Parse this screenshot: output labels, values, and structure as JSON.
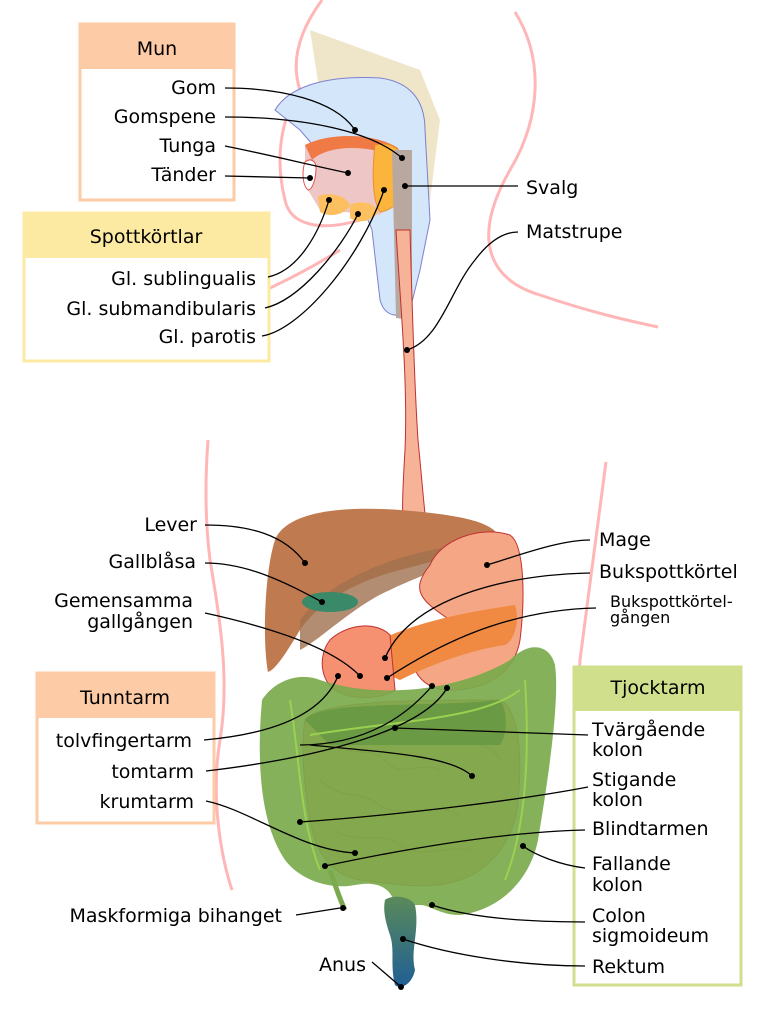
{
  "diagram": {
    "title": "Matsmältningssystemet",
    "colors": {
      "mun_header": "#fdcba6",
      "mun_border": "#fdcba6",
      "spott_header": "#fdeaa2",
      "spott_border": "#fdeaa2",
      "tunntarm_header": "#fdcba6",
      "tjocktarm_header": "#cfdf8c",
      "liver": "#c07a50",
      "stomach": "#f5a785",
      "small_intestine": "#f58c64",
      "colon": "#7aaa4c",
      "rectum": "#1f5f8f",
      "gallbladder": "#3a8a6a",
      "esophagus": "#f7b398",
      "body_outline": "#ffb6b6"
    },
    "boxes": {
      "mun": {
        "title": "Mun",
        "items": [
          "Gom",
          "Gomspene",
          "Tunga",
          "Tänder"
        ]
      },
      "spottkortlar": {
        "title": "Spottkörtlar",
        "items": [
          "Gl. sublingualis",
          "Gl. submandibularis",
          "Gl. parotis"
        ]
      },
      "tunntarm": {
        "title": "Tunntarm",
        "items": [
          "tolvfingertarm",
          "tomtarm",
          "krumtarm"
        ]
      },
      "tjocktarm": {
        "title": "Tjocktarm",
        "items": [
          [
            "Tvärgående",
            "kolon"
          ],
          [
            "Stigande",
            "kolon"
          ],
          [
            "Blindtarmen"
          ],
          [
            "Fallande",
            "kolon"
          ],
          [
            "Colon",
            "sigmoideum"
          ],
          [
            "Rektum"
          ]
        ]
      }
    },
    "labels": {
      "svalg": "Svalg",
      "matstrupe": "Matstrupe",
      "lever": "Lever",
      "gallblasa": "Gallblåsa",
      "gemensamma": [
        "Gemensamma",
        "gallgången"
      ],
      "mage": "Mage",
      "bukspottkortel": "Bukspottkörtel",
      "bukspottkortelgangen": [
        "Bukspottkörtel-",
        "gången"
      ],
      "maskformiga": "Maskformiga bihanget",
      "anus": "Anus"
    }
  }
}
